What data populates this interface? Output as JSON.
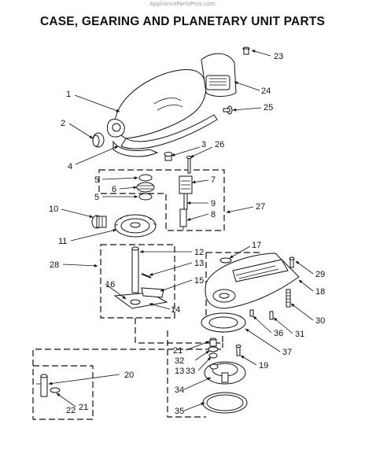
{
  "header": {
    "watermark": "AppliancePartsPros.com",
    "title": "CASE, GEARING AND PLANETARY UNIT PARTS"
  },
  "callouts": [
    "1",
    "2",
    "3",
    "4",
    "5",
    "5",
    "6",
    "7",
    "8",
    "9",
    "10",
    "11",
    "12",
    "13",
    "13",
    "14",
    "15",
    "16",
    "17",
    "18",
    "19",
    "20",
    "21",
    "21",
    "22",
    "23",
    "24",
    "25",
    "26",
    "27",
    "28",
    "29",
    "30",
    "31",
    "32",
    "33",
    "34",
    "35",
    "36",
    "37"
  ]
}
